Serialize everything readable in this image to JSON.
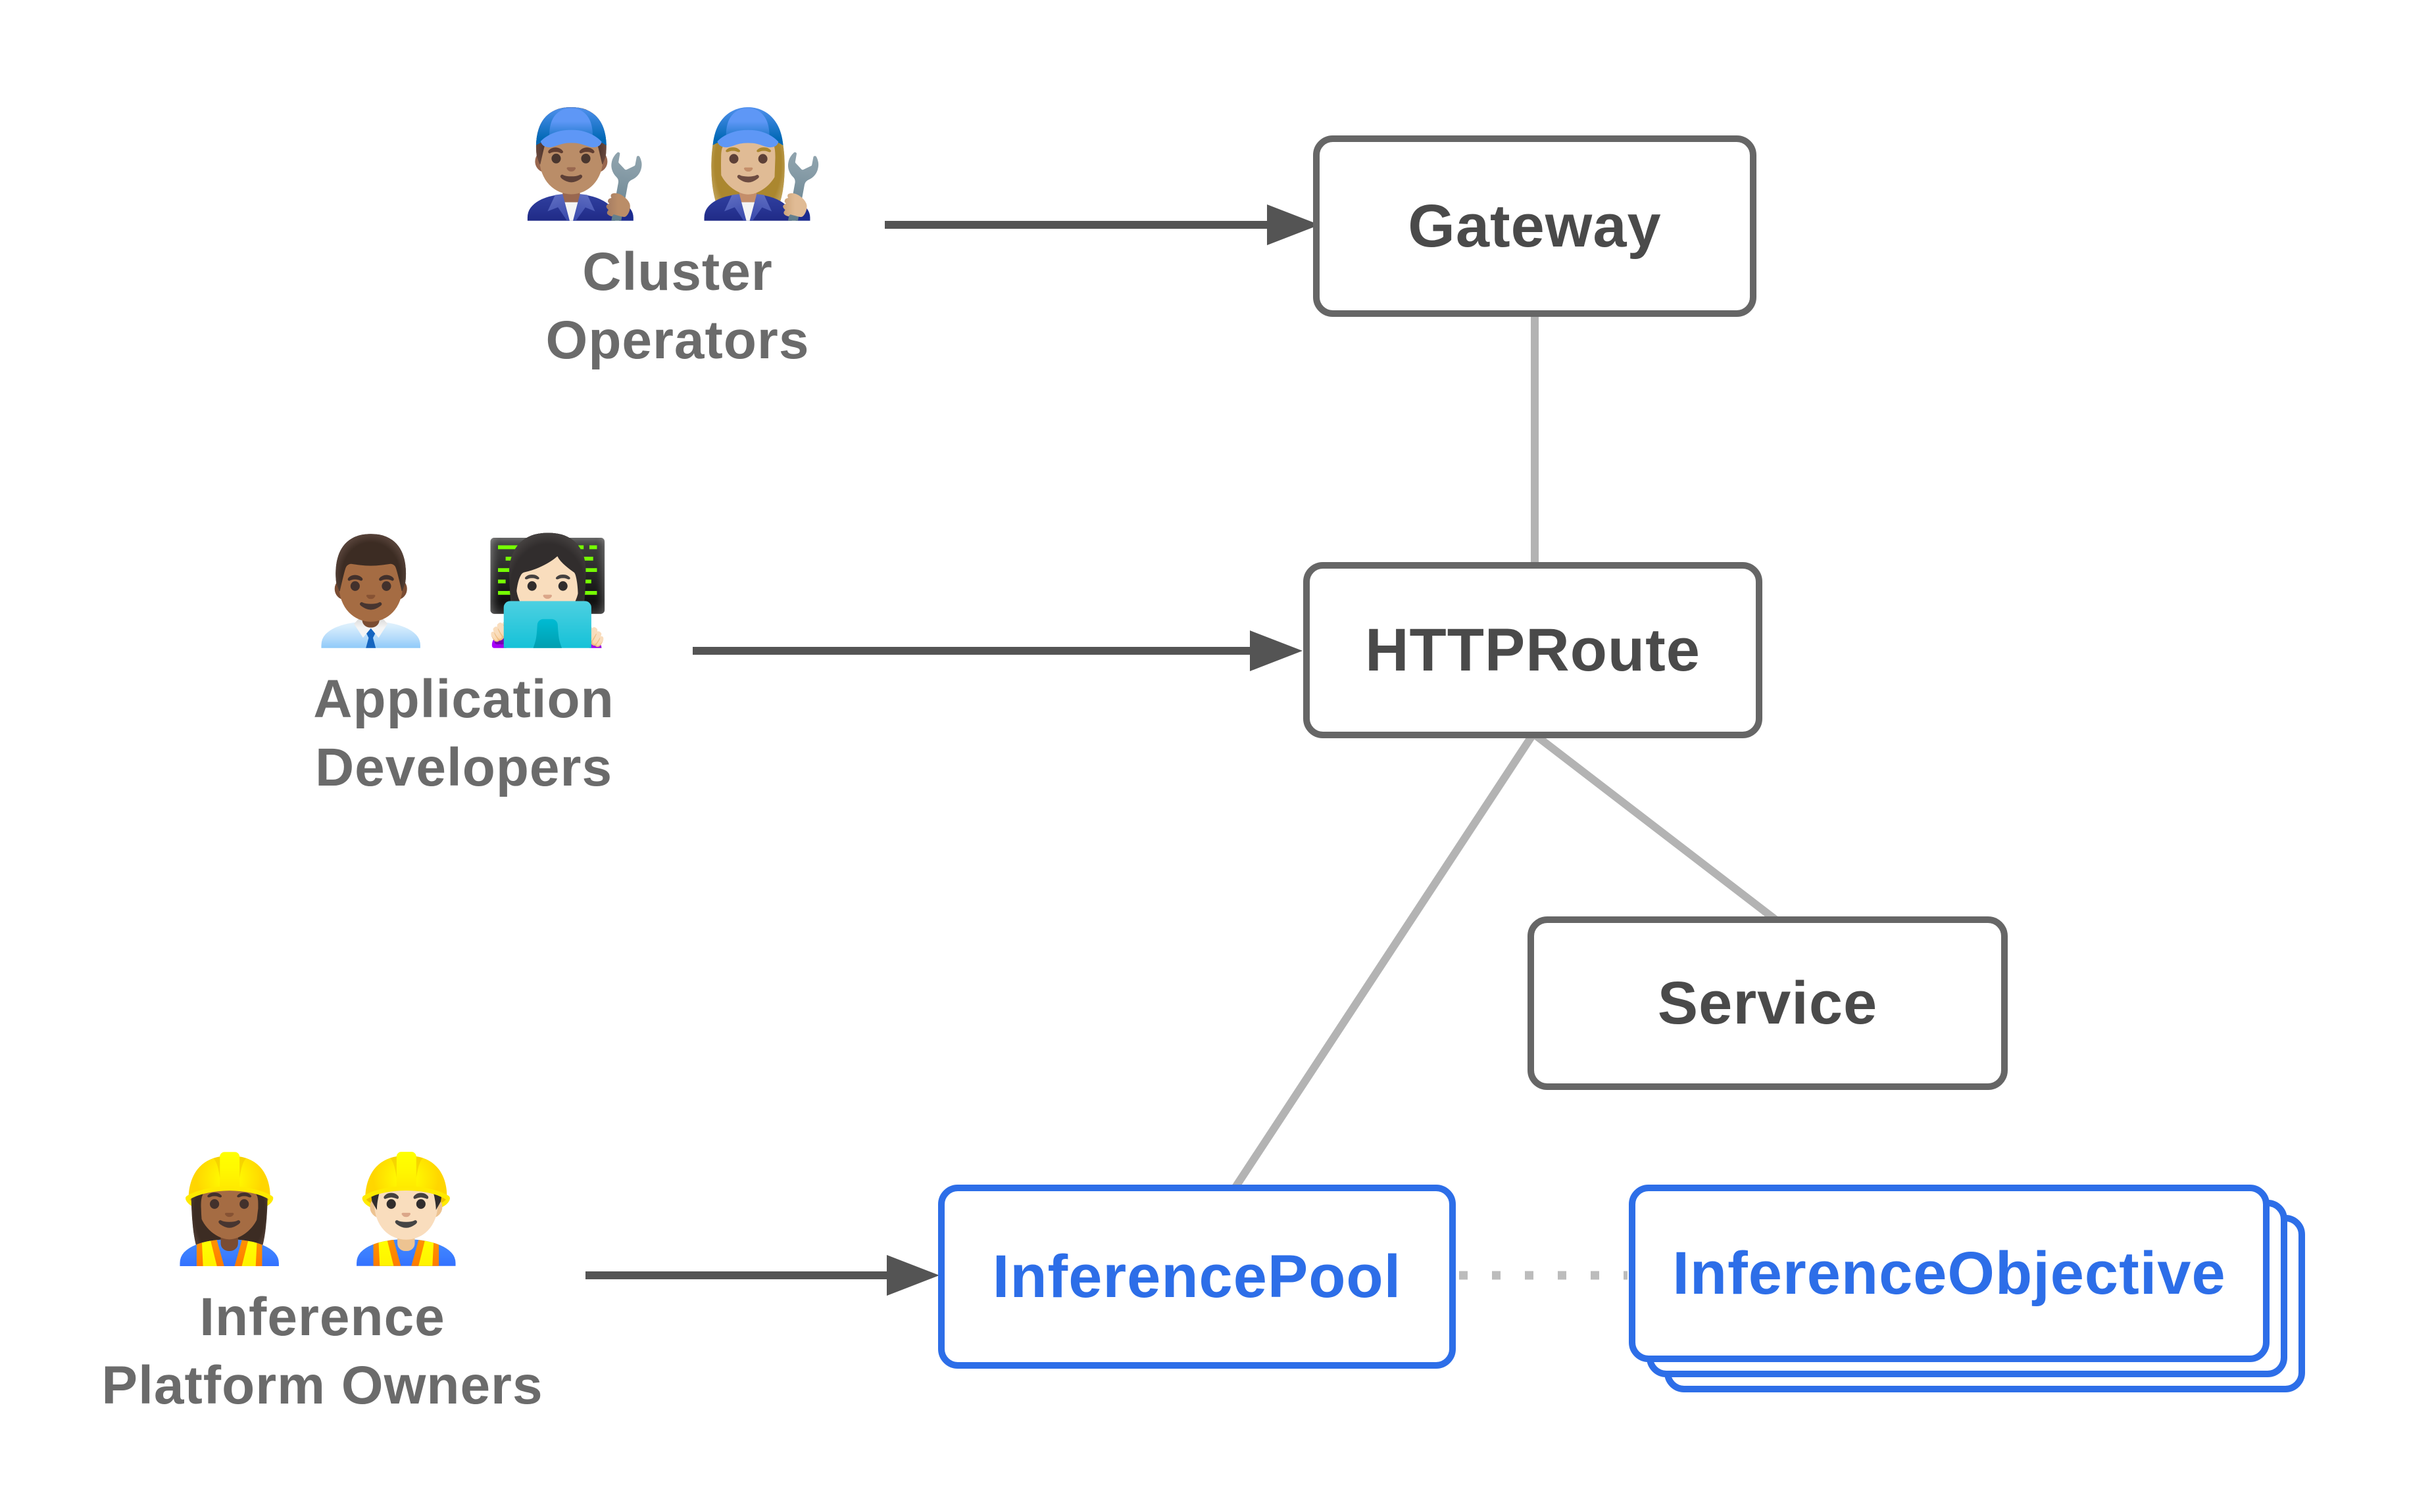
{
  "colors": {
    "background": "#ffffff",
    "node_border_gray": "#666666",
    "node_label_gray": "#4a4a4a",
    "actor_label_gray": "#6b6b6b",
    "blue_accent": "#2d6ee8",
    "connector_light_gray": "#b3b3b3",
    "dotted_connector_gray": "#bcbcbc",
    "arrow_dark_gray": "#545454"
  },
  "actors": {
    "cluster_operators": {
      "emoji": "👨🏽‍🔧 👩🏼‍🔧",
      "line1": "Cluster",
      "line2": "Operators"
    },
    "application_developers": {
      "emoji": "👨🏾‍💼 👩🏻‍💻",
      "line1": "Application",
      "line2": "Developers"
    },
    "inference_platform_owners": {
      "emoji": "👷🏾‍♀️ 👷🏻‍♂️",
      "line1": "Inference",
      "line2": "Platform Owners"
    }
  },
  "nodes": {
    "gateway": {
      "label": "Gateway"
    },
    "httproute": {
      "label": "HTTPRoute"
    },
    "service": {
      "label": "Service"
    },
    "inference_pool": {
      "label": "InferencePool"
    },
    "inference_objective": {
      "label": "InferenceObjective",
      "stacked_copies": 3
    }
  },
  "edges": [
    {
      "from": "cluster_operators",
      "to": "gateway",
      "style": "solid-arrow"
    },
    {
      "from": "application_developers",
      "to": "httproute",
      "style": "solid-arrow"
    },
    {
      "from": "inference_platform_owners",
      "to": "inference_pool",
      "style": "solid-arrow"
    },
    {
      "from": "gateway",
      "to": "httproute",
      "style": "plain-line"
    },
    {
      "from": "httproute",
      "to": "inference_pool",
      "style": "plain-line"
    },
    {
      "from": "httproute",
      "to": "service",
      "style": "plain-line"
    },
    {
      "from": "inference_pool",
      "to": "inference_objective",
      "style": "dotted-line"
    }
  ]
}
